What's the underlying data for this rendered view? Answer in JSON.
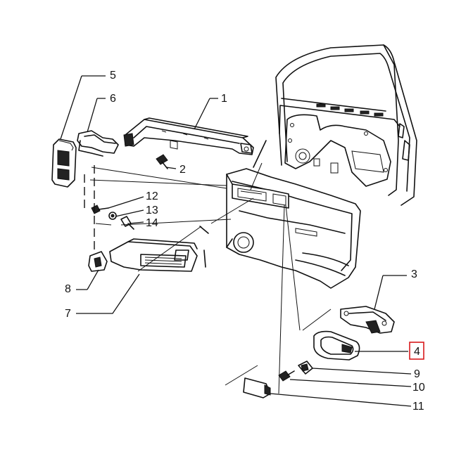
{
  "callouts": {
    "c1": "1",
    "c2": "2",
    "c3": "3",
    "c4": "4",
    "c5": "5",
    "c6": "6",
    "c7": "7",
    "c8": "8",
    "c9": "9",
    "c10": "10",
    "c11": "11",
    "c12": "12",
    "c13": "13",
    "c14": "14"
  },
  "highlight": {
    "callout": "4",
    "color": "#d9191c"
  }
}
